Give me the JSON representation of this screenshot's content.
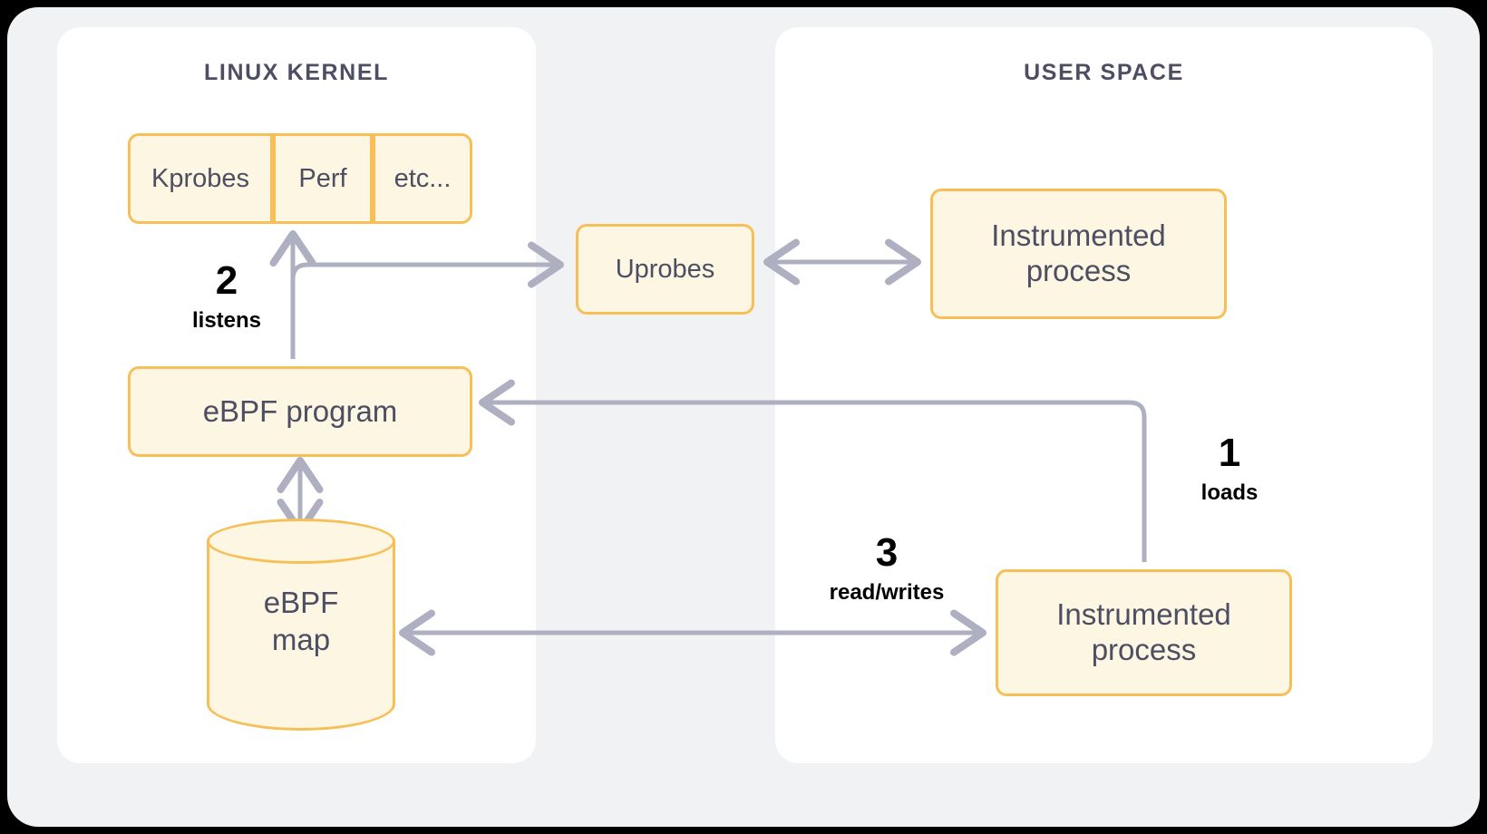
{
  "diagram": {
    "panels": [
      {
        "id": "linux-kernel",
        "title": "LINUX KERNEL"
      },
      {
        "id": "user-space",
        "title": "USER SPACE"
      }
    ],
    "probes": [
      {
        "label": "Kprobes"
      },
      {
        "label": "Perf"
      },
      {
        "label": "etc..."
      }
    ],
    "nodes": {
      "ebpf_program": "eBPF program",
      "uprobes": "Uprobes",
      "ebpf_map_line1": "eBPF",
      "ebpf_map_line2": "map",
      "process_top_line1": "Instrumented",
      "process_top_line2": "process",
      "process_bottom_line1": "Instrumented",
      "process_bottom_line2": "process"
    },
    "steps": [
      {
        "number": "1",
        "caption": "loads"
      },
      {
        "number": "2",
        "caption": "listens"
      },
      {
        "number": "3",
        "caption": "read/writes"
      }
    ],
    "colors": {
      "canvas_background": "#f1f2f4",
      "panel_background": "#ffffff",
      "node_fill": "#fdf6e3",
      "node_border": "#f7bf57",
      "node_text": "#4d4e63",
      "panel_title": "#4d4e63",
      "connector": "#aeafc0",
      "step_text": "#000000"
    }
  }
}
